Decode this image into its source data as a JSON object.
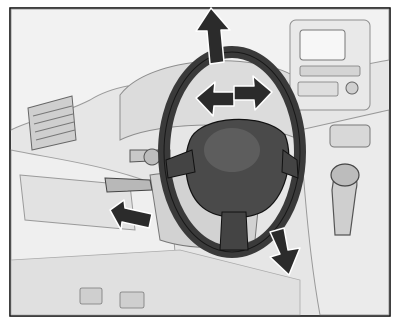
{
  "illustration": {
    "subject": "steering-wheel-adjustment",
    "arrows": [
      "up",
      "down",
      "forward",
      "backward",
      "lever-release"
    ],
    "colors": {
      "background": "#e9e9e9",
      "light_surface": "#f4f4f4",
      "mid_gray": "#bdbdbd",
      "dark_gray": "#6b6b6b",
      "wheel_dark": "#3a3a3a",
      "arrow_fill": "#2b2b2b",
      "outline": "#000000",
      "border": "#000000"
    }
  }
}
